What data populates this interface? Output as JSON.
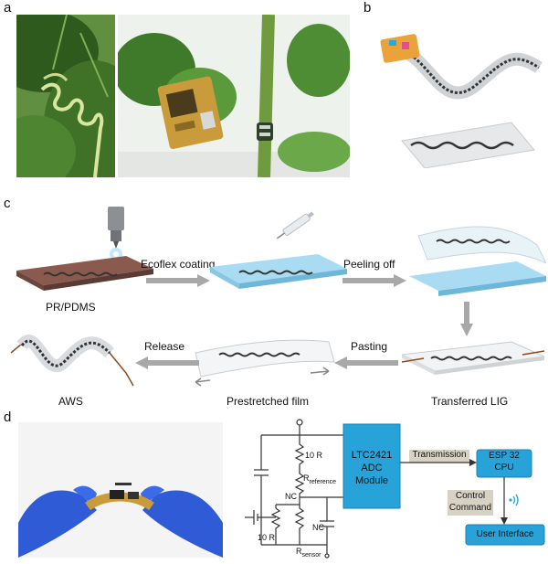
{
  "panels": {
    "a": {
      "letter": "a"
    },
    "b": {
      "letter": "b"
    },
    "c": {
      "letter": "c",
      "steps": {
        "substrate": "PR/PDMS",
        "ecoflex": "Ecoflex coating",
        "peeling": "Peeling off",
        "transferred": "Transferred LIG",
        "pasting": "Pasting",
        "prestretched": "Prestretched film",
        "release": "Release",
        "aws": "AWS"
      }
    },
    "d": {
      "letter": "d",
      "circuit": {
        "adc": [
          "LTC2421",
          "ADC",
          "Module"
        ],
        "transmission": "Transmission",
        "cpu": [
          "ESP 32",
          "CPU"
        ],
        "control": [
          "Control",
          "Command"
        ],
        "ui": "User Interface",
        "r10_top": "10 R",
        "r10_left": "10 R",
        "r_reference_main": "R",
        "r_reference_sub": "reference",
        "r_sensor_main": "R",
        "r_sensor_sub": "sensor",
        "nc_left": "NC",
        "nc_right": "NC"
      }
    }
  },
  "colors": {
    "leaf_dark": "#2f5a1e",
    "leaf_light": "#8cc36a",
    "blue_box": "#27a3d9",
    "gray_box": "#d7d2c4",
    "arrow_gray": "#a8a8a8",
    "glove_blue": "#2f5bd6",
    "circuit_orange": "#c99b3b"
  },
  "icons": [
    "wifi-signal-icon",
    "syringe-icon",
    "laser-nozzle-icon"
  ]
}
